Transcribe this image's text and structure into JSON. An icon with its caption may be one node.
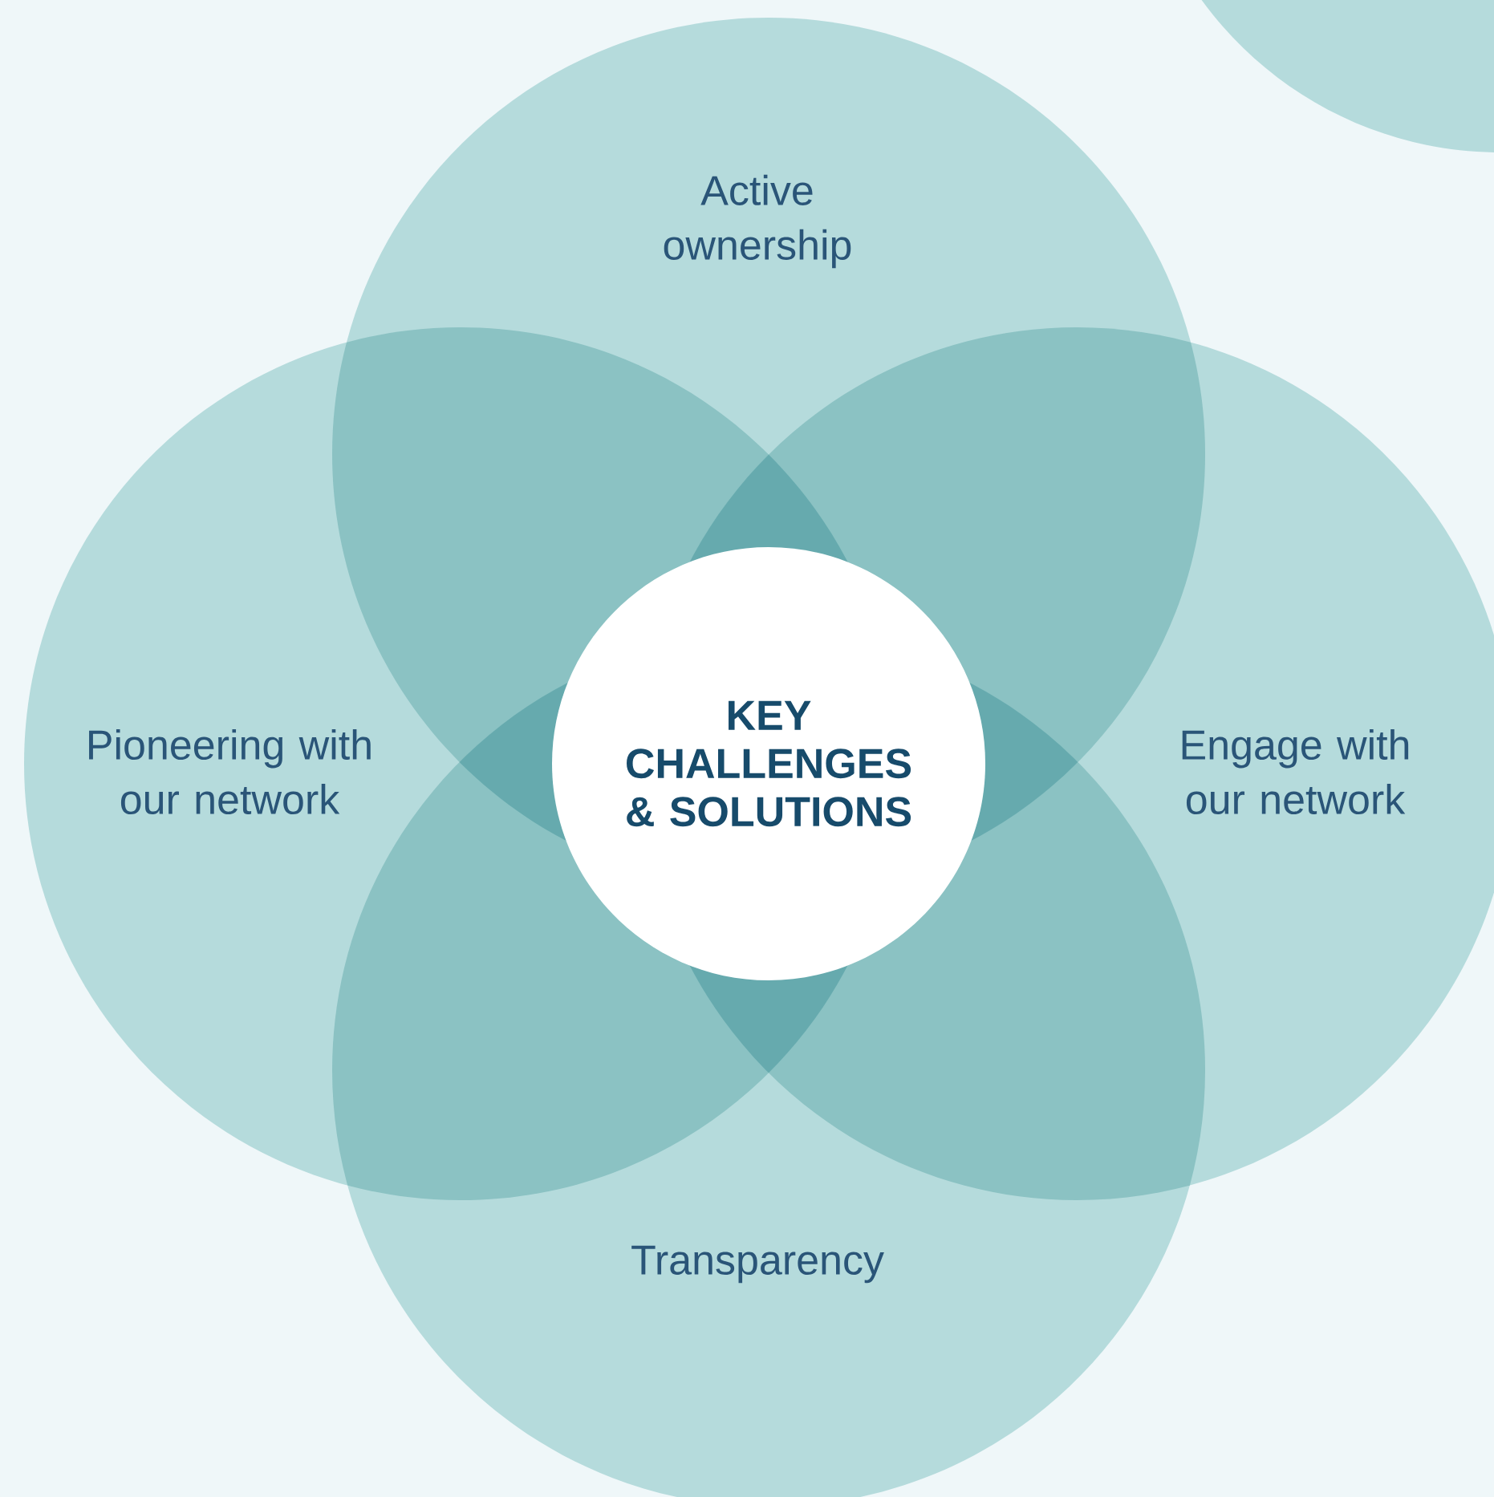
{
  "diagram": {
    "nodes": [
      {
        "text": [
          "Active ownership"
        ]
      },
      {
        "text": [
          "Pioneering with our network"
        ]
      },
      {
        "text": [
          "KEY CHALLENGES & SOLUTIONS"
        ]
      },
      {
        "text": [
          "Engage with our network"
        ]
      },
      {
        "text": [
          "Transparency"
        ]
      }
    ]
  }
}
